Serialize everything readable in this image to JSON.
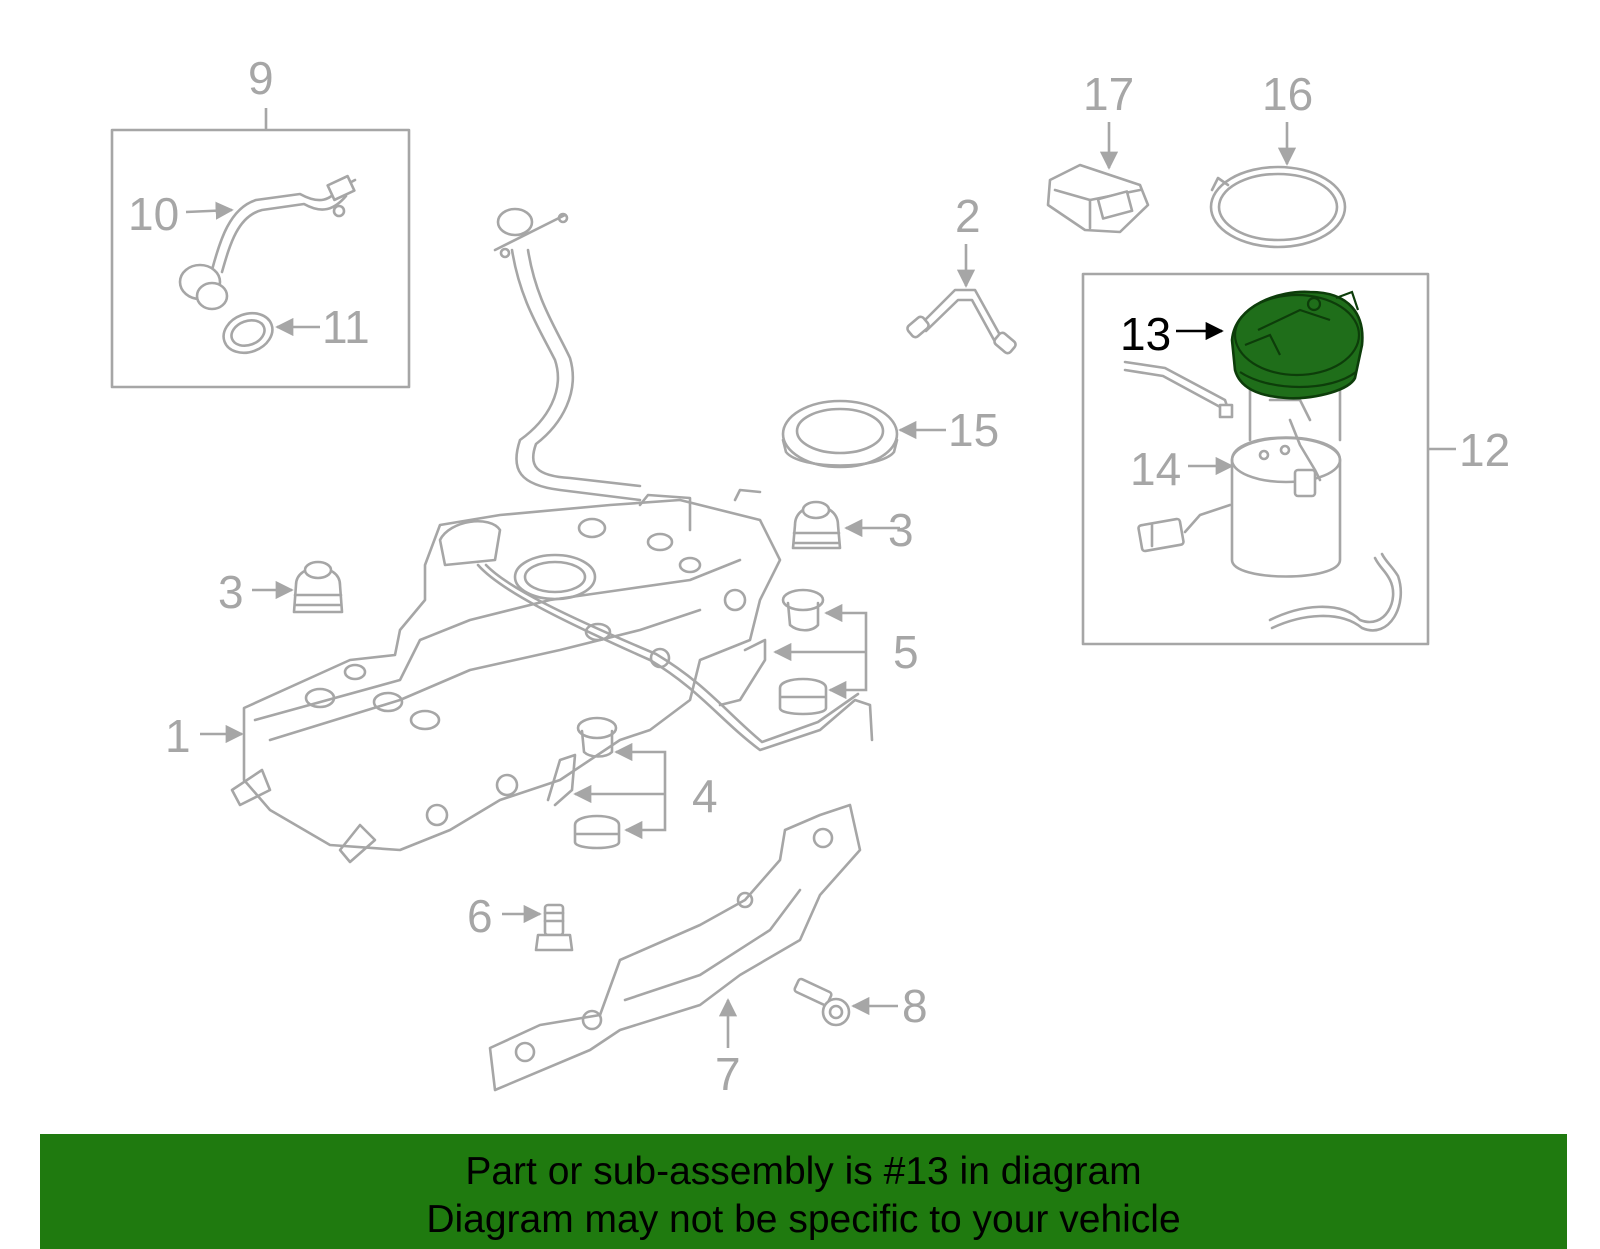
{
  "callouts": {
    "c1": "1",
    "c2": "2",
    "c3a": "3",
    "c3b": "3",
    "c4": "4",
    "c5": "5",
    "c6": "6",
    "c7": "7",
    "c8": "8",
    "c9": "9",
    "c10": "10",
    "c11": "11",
    "c12": "12",
    "c13": "13",
    "c14": "14",
    "c15": "15",
    "c16": "16",
    "c17": "17"
  },
  "highlighted_part": "13",
  "banner": {
    "line1": "Part or sub-assembly is #13 in diagram",
    "line2": "Diagram may not be specific to your vehicle"
  },
  "colors": {
    "line_art": "#a6a6a6",
    "highlight": "#1f6e1a",
    "banner_bg": "#1f7a0f",
    "banner_text": "#000000"
  }
}
